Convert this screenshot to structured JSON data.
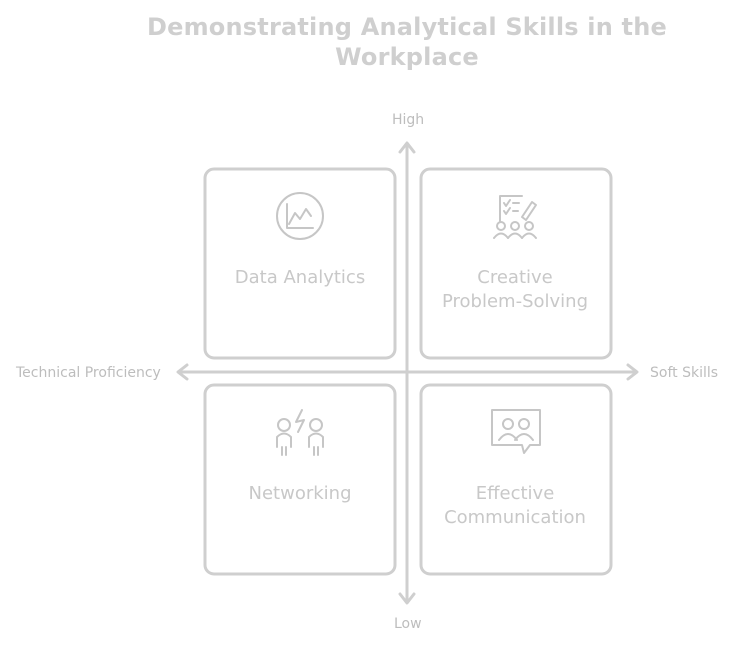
{
  "title": {
    "line1": "Demonstrating Analytical Skills in the",
    "line2": "Workplace"
  },
  "axes": {
    "top": "High",
    "bottom": "Low",
    "left": "Technical Proficiency",
    "right": "Soft Skills"
  },
  "quadrants": [
    {
      "lines": [
        "Data Analytics"
      ],
      "icon": "line-chart-icon"
    },
    {
      "lines": [
        "Creative",
        "Problem-Solving"
      ],
      "icon": "brainstorm-group-icon"
    },
    {
      "lines": [
        "Networking"
      ],
      "icon": "people-connection-icon"
    },
    {
      "lines": [
        "Effective",
        "Communication"
      ],
      "icon": "chat-people-icon"
    }
  ],
  "colors": {
    "stroke": "#cfcfcf",
    "text": "#c8c8c8"
  }
}
